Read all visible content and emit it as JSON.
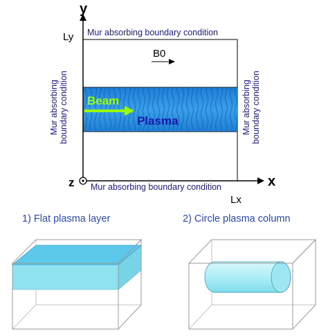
{
  "axes": {
    "y": "y",
    "x": "x",
    "z": "z"
  },
  "corners": {
    "ly": "Ly",
    "lx": "Lx"
  },
  "boundary": {
    "top": "Mur absorbing boundary condition",
    "bottom": "Mur absorbing boundary condition",
    "left": [
      "Mur absorbing",
      "boundary condition"
    ],
    "right": [
      "Mur absorbing",
      "boundary condition"
    ]
  },
  "field": {
    "label": "B0"
  },
  "beam": {
    "label": "Beam"
  },
  "plasma": {
    "label": "Plasma"
  },
  "captions": {
    "flat": "1) Flat plasma layer",
    "circle": "2) Circle plasma column"
  },
  "colors": {
    "plasma_band": "#1e88d8",
    "beam_text": "#9aff00",
    "plasma_text": "#1a1aa8",
    "boundary_text": "#1a1a8c",
    "caption_text": "#2a46b8",
    "layer_fill": "#8fe3f0",
    "layer_top": "#5cc8ea",
    "column_fill": "#a9ecf6"
  }
}
